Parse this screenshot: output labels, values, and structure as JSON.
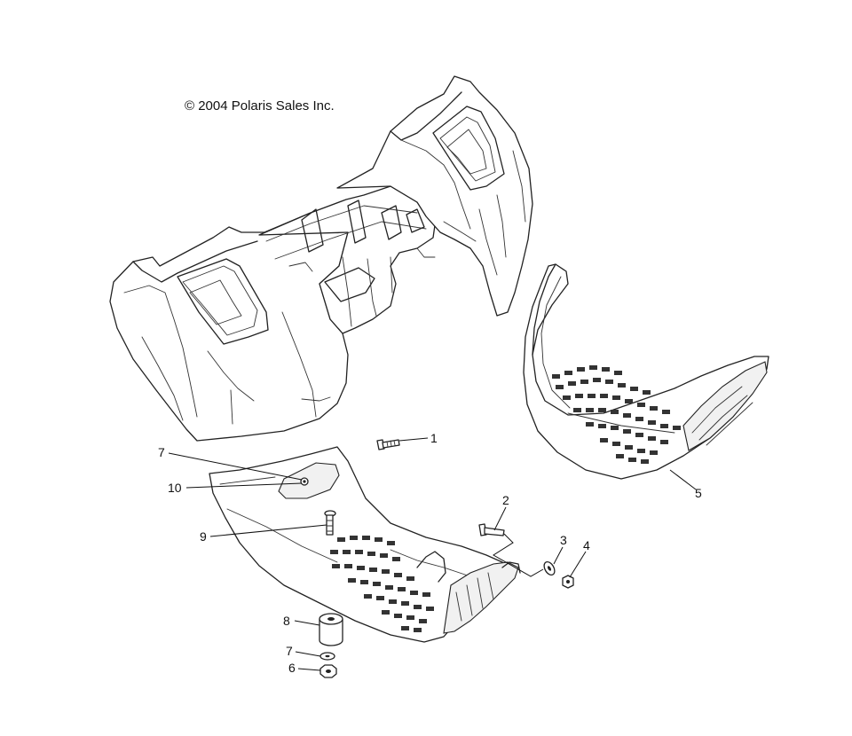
{
  "diagram": {
    "copyright": "© 2004 Polaris Sales Inc.",
    "callouts": [
      {
        "id": "c1",
        "label": "1"
      },
      {
        "id": "c2",
        "label": "2"
      },
      {
        "id": "c3",
        "label": "3"
      },
      {
        "id": "c4",
        "label": "4"
      },
      {
        "id": "c5",
        "label": "5"
      },
      {
        "id": "c6",
        "label": "6"
      },
      {
        "id": "c7a",
        "label": "7"
      },
      {
        "id": "c7b",
        "label": "7"
      },
      {
        "id": "c8",
        "label": "8"
      },
      {
        "id": "c9",
        "label": "9"
      },
      {
        "id": "c10",
        "label": "10"
      }
    ]
  }
}
